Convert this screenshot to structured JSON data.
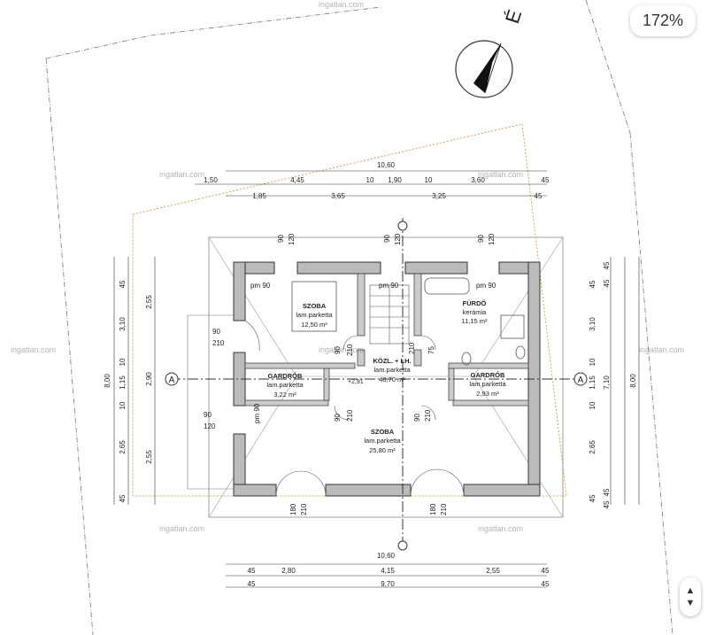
{
  "zoom": {
    "level": "172%"
  },
  "compass": {
    "north_label": "É"
  },
  "watermarks": [
    {
      "text": "ingatlan.com"
    },
    {
      "text": "ingatlan.com"
    },
    {
      "text": "ingatlan.com"
    },
    {
      "text": "ingatlan.com"
    },
    {
      "text": "ingatlan.com"
    },
    {
      "text": "ingatlan.com"
    },
    {
      "text": "ingatlan.com"
    },
    {
      "text": "ingatlan.com"
    }
  ],
  "section_marks": {
    "left": "A",
    "right": "A"
  },
  "rooms": [
    {
      "name": "SZOBA",
      "floor": "lam.parketta",
      "area": "12,50 m²"
    },
    {
      "name": "FÜRDŐ",
      "floor": "kerámia",
      "area": "11,15 m²"
    },
    {
      "name": "KÖZL. + LH.",
      "floor": "lam.parketta",
      "area": "40,70 m²"
    },
    {
      "name": "GARDRÓB",
      "floor": "lam.parketta",
      "area": "3,22 m²"
    },
    {
      "name": "GARDRÓB",
      "floor": "lam.parketta",
      "area": "2,93 m²"
    },
    {
      "name": "SZOBA",
      "floor": "lam.parketta",
      "area": "25,80 m²"
    }
  ],
  "parapets": {
    "a": "pm 90",
    "b": "pm 90",
    "c": "pm 90",
    "d": "pm 90",
    "level": "+2,91"
  },
  "dims_top": {
    "total": "10,60",
    "row2": [
      "1,50",
      "4,45",
      "10",
      "1,90",
      "10",
      "3,60",
      "45"
    ],
    "row3": [
      "1,85",
      "3,65",
      "3,25",
      "45"
    ]
  },
  "dims_bottom": {
    "total": "10,60",
    "row2": [
      "45",
      "2,80",
      "4,15",
      "2,55",
      "45"
    ],
    "row3": [
      "45",
      "9,70",
      "45"
    ]
  },
  "dims_left": {
    "total": "8,00",
    "col2": [
      "45",
      "3,10",
      "10",
      "1,15",
      "10",
      "2,65",
      "45"
    ],
    "col3": [
      "2,55",
      "2,90",
      "2,55"
    ]
  },
  "dims_right": {
    "total": "8,00",
    "col1": [
      "45",
      "3,10",
      "10",
      "1,15",
      "10",
      "2,65",
      "45"
    ],
    "col2": [
      "45",
      "45",
      "7,10",
      "45",
      "45"
    ]
  },
  "openings": {
    "w90": "90",
    "w120": "120",
    "w180": "180",
    "h210": "210",
    "w75": "75"
  }
}
